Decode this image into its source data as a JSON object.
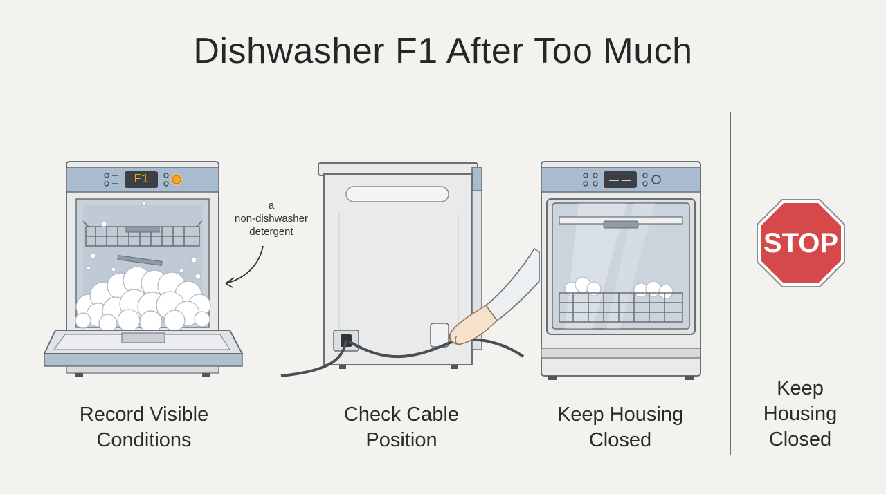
{
  "title": "Dishwasher F1 After Too Much",
  "steps": [
    {
      "caption": "Record Visible\nConditions",
      "display_code": "F1",
      "annotation": "a\nnon-dishwasher\ndetergent"
    },
    {
      "caption": "Check Cable\nPosition"
    },
    {
      "caption": "Keep Housing\nClosed",
      "display_code": "— —"
    },
    {
      "caption": "Keep\nHousing\nClosed",
      "sign_text": "STOP"
    }
  ],
  "colors": {
    "panel_blue": "#a9bbcf",
    "appliance_body": "#e9eaea",
    "outline": "#6b6e72",
    "foam": "#ffffff",
    "stop_red": "#d5494a",
    "warning_light": "#f5a623",
    "display_bg": "#3c3f44"
  }
}
